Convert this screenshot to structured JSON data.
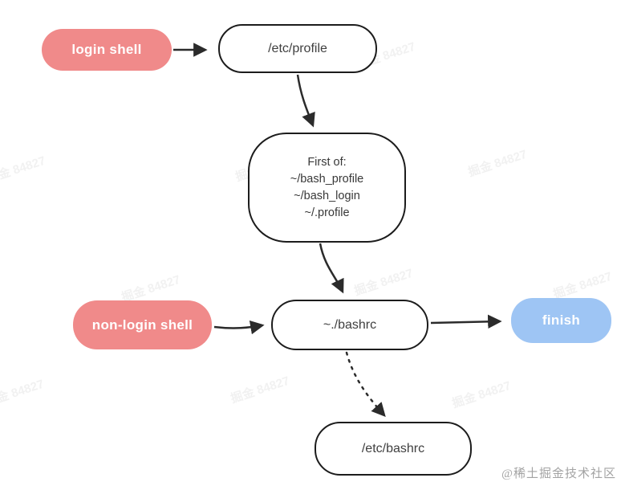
{
  "diagram": {
    "title": "bash startup files flowchart",
    "nodes": {
      "login_shell": {
        "label": "login shell",
        "kind": "start",
        "fill": "#F08A8A",
        "text_color": "#FFFFFF"
      },
      "etc_profile": {
        "label": "/etc/profile",
        "kind": "process",
        "fill": "#FFFFFF",
        "border": "#1C1C1C"
      },
      "first_of": {
        "lines": [
          "First of:",
          "~/bash_profile",
          "~/bash_login",
          "~/.profile"
        ],
        "kind": "process",
        "fill": "#FFFFFF",
        "border": "#1C1C1C"
      },
      "non_login_shell": {
        "label": "non-login shell",
        "kind": "start",
        "fill": "#F08A8A",
        "text_color": "#FFFFFF"
      },
      "bashrc": {
        "label": "~./bashrc",
        "kind": "process",
        "fill": "#FFFFFF",
        "border": "#1C1C1C"
      },
      "finish": {
        "label": "finish",
        "kind": "end",
        "fill": "#9EC5F4",
        "text_color": "#FFFFFF"
      },
      "etc_bashrc": {
        "label": "/etc/bashrc",
        "kind": "process",
        "fill": "#FFFFFF",
        "border": "#1C1C1C"
      }
    },
    "edges": [
      {
        "from": "login_shell",
        "to": "etc_profile",
        "style": "solid"
      },
      {
        "from": "etc_profile",
        "to": "first_of",
        "style": "solid"
      },
      {
        "from": "first_of",
        "to": "bashrc",
        "style": "solid"
      },
      {
        "from": "non_login_shell",
        "to": "bashrc",
        "style": "solid"
      },
      {
        "from": "bashrc",
        "to": "finish",
        "style": "solid"
      },
      {
        "from": "bashrc",
        "to": "etc_bashrc",
        "style": "dashed"
      }
    ],
    "edge_color": "#2B2B2B"
  },
  "watermark": {
    "text": "掘金 84827"
  },
  "credit": {
    "text": "@稀土掘金技术社区"
  }
}
